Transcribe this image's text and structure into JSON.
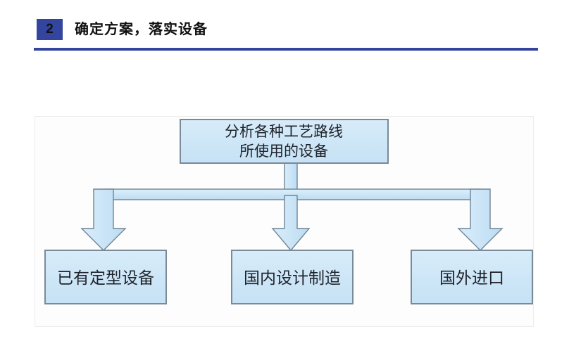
{
  "header": {
    "number": "2",
    "title": "确定方案，落实设备",
    "badge_color": "#33459e",
    "rule_color": "#33459e"
  },
  "diagram": {
    "panel_background": "#fdfdfd",
    "panel_border_color": "#ececec",
    "node_fill": "#cfe7f7",
    "node_border_color": "#7a8a99",
    "connector_fill": "#cfe7f7",
    "connector_border_color": "#6f8494",
    "root": {
      "name": "analysis-node",
      "line1": "分析各种工艺路线",
      "line2": "所使用的设备"
    },
    "children": [
      {
        "name": "existing-equipment-node",
        "label": "已有定型设备"
      },
      {
        "name": "domestic-manufacture-node",
        "label": "国内设计制造"
      },
      {
        "name": "foreign-import-node",
        "label": "国外进口"
      }
    ]
  }
}
